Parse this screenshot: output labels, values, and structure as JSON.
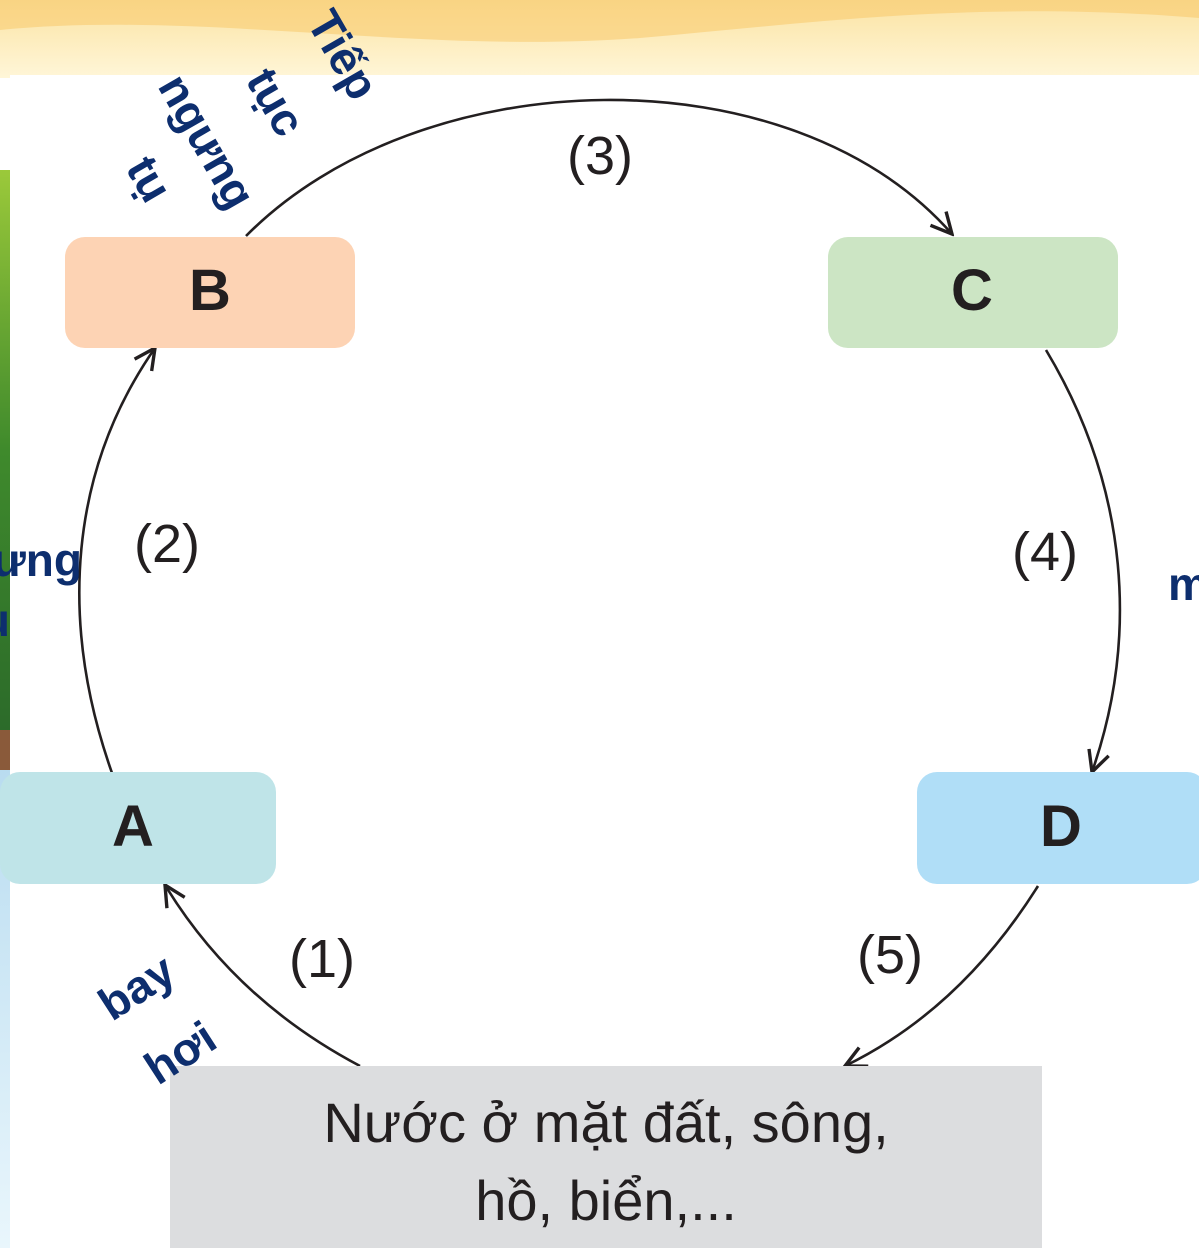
{
  "colors": {
    "node_a": "#bfe4e8",
    "node_b": "#fdd3b4",
    "node_c": "#cce5c4",
    "node_d": "#b0def7",
    "source_box": "#dcdddf",
    "arrow": "#231f20",
    "annotation": "#0d2e6e"
  },
  "nodes": {
    "a": "A",
    "b": "B",
    "c": "C",
    "d": "D"
  },
  "steps": {
    "s1": "(1)",
    "s2": "(2)",
    "s3": "(3)",
    "s4": "(4)",
    "s5": "(5)"
  },
  "source": {
    "line1": "Nước ở mặt đất, sông,",
    "line2": "hồ, biển,..."
  },
  "annotations": {
    "evaporation": [
      "bay",
      "hơi"
    ],
    "condensation": [
      "ngưng",
      "tụ"
    ],
    "continue_condensation": [
      "Tiếp",
      "tục",
      "ngưng",
      "tụ"
    ],
    "partial_right": "m"
  }
}
